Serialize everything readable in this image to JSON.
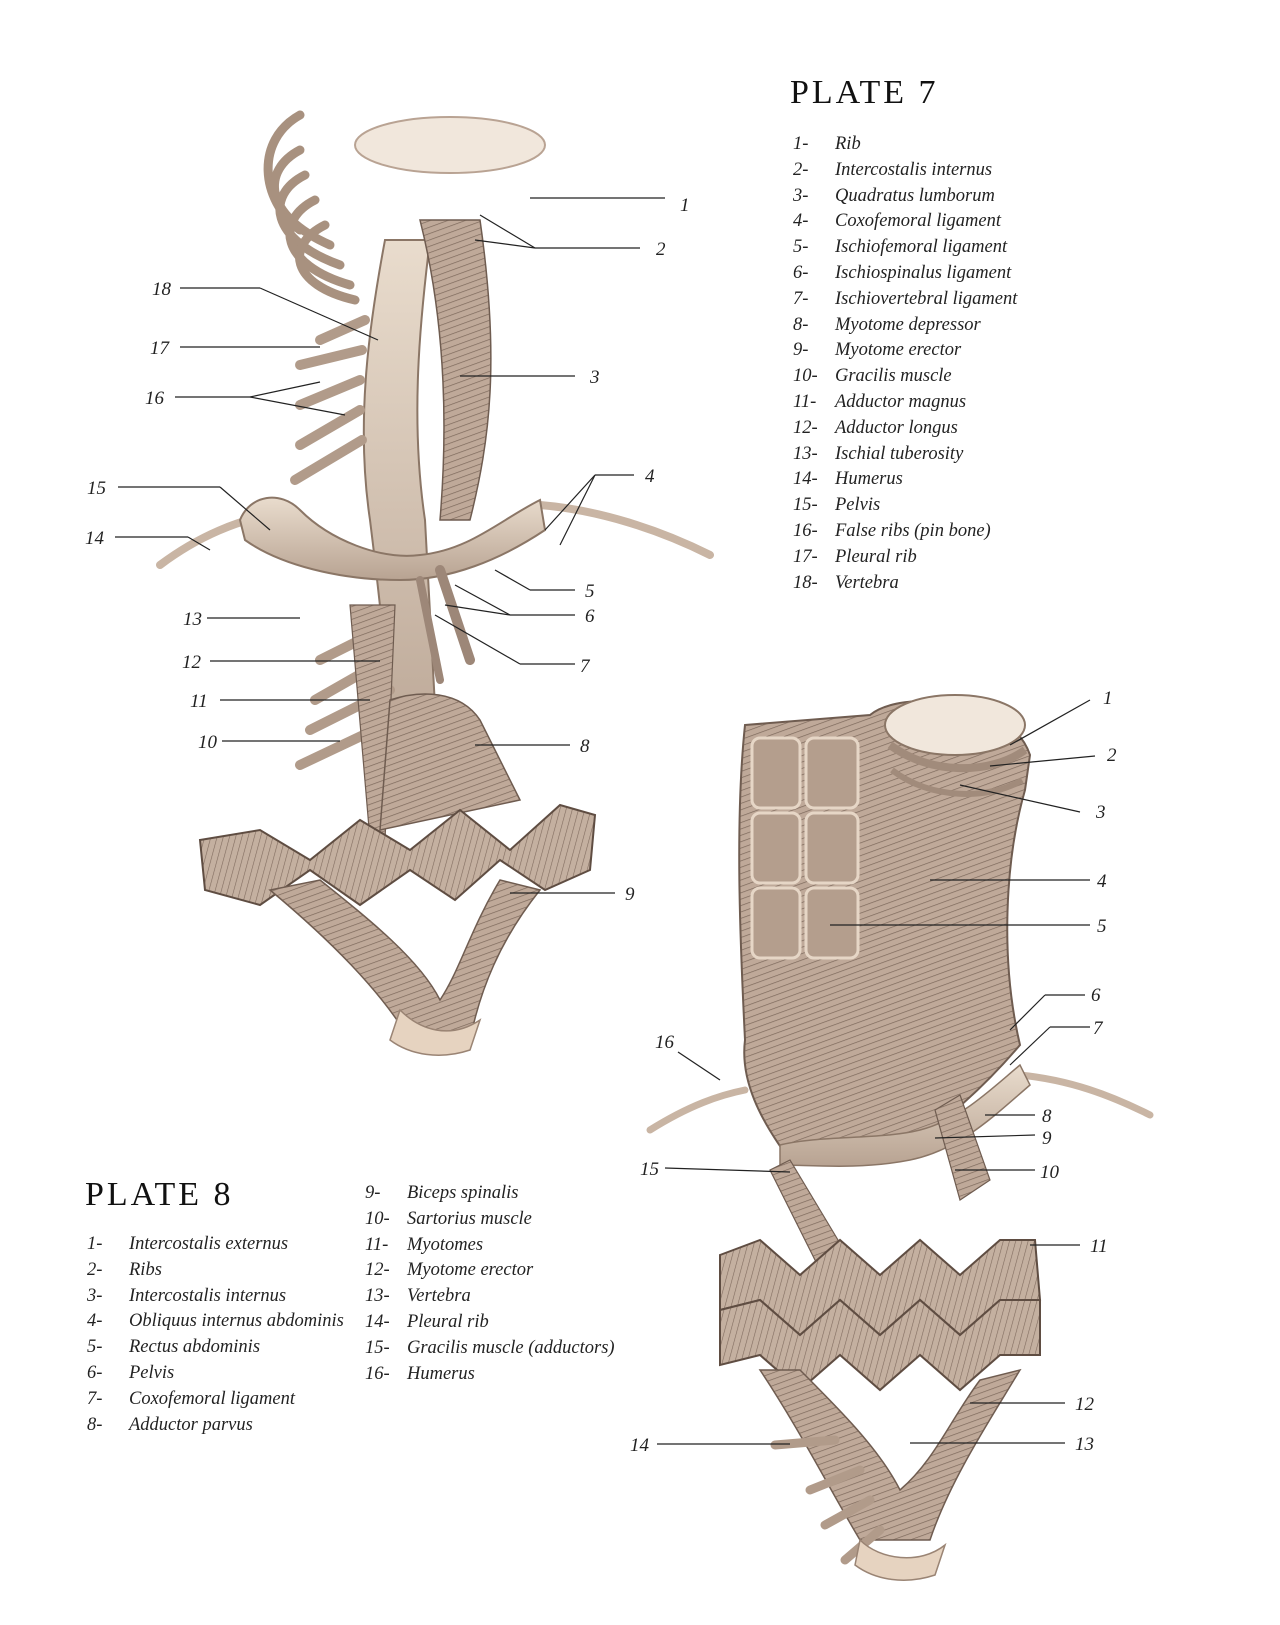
{
  "plate7": {
    "title": "PLATE 7",
    "legend": [
      {
        "num": "1-",
        "label": "Rib"
      },
      {
        "num": "2-",
        "label": "Intercostalis internus"
      },
      {
        "num": "3-",
        "label": "Quadratus lumborum"
      },
      {
        "num": "4-",
        "label": "Coxofemoral ligament"
      },
      {
        "num": "5-",
        "label": "Ischiofemoral ligament"
      },
      {
        "num": "6-",
        "label": "Ischiospinalus ligament"
      },
      {
        "num": "7-",
        "label": "Ischiovertebral ligament"
      },
      {
        "num": "8-",
        "label": "Myotome depressor"
      },
      {
        "num": "9-",
        "label": "Myotome erector"
      },
      {
        "num": "10-",
        "label": "Gracilis muscle"
      },
      {
        "num": "11-",
        "label": "Adductor magnus"
      },
      {
        "num": "12-",
        "label": "Adductor longus"
      },
      {
        "num": "13-",
        "label": "Ischial tuberosity"
      },
      {
        "num": "14-",
        "label": "Humerus"
      },
      {
        "num": "15-",
        "label": "Pelvis"
      },
      {
        "num": "16-",
        "label": "False ribs (pin bone)"
      },
      {
        "num": "17-",
        "label": "Pleural rib"
      },
      {
        "num": "18-",
        "label": "Vertebra"
      }
    ],
    "callouts": [
      "1",
      "2",
      "3",
      "4",
      "5",
      "6",
      "7",
      "8",
      "9",
      "10",
      "11",
      "12",
      "13",
      "14",
      "15",
      "16",
      "17",
      "18"
    ]
  },
  "plate8": {
    "title": "PLATE 8",
    "legend_col1": [
      {
        "num": "1-",
        "label": "Intercostalis externus"
      },
      {
        "num": "2-",
        "label": "Ribs"
      },
      {
        "num": "3-",
        "label": "Intercostalis internus"
      },
      {
        "num": "4-",
        "label": "Obliquus internus abdominis"
      },
      {
        "num": "5-",
        "label": "Rectus abdominis"
      },
      {
        "num": "6-",
        "label": "Pelvis"
      },
      {
        "num": "7-",
        "label": "Coxofemoral ligament"
      },
      {
        "num": "8-",
        "label": "Adductor parvus"
      }
    ],
    "legend_col2": [
      {
        "num": "9-",
        "label": "Biceps spinalis"
      },
      {
        "num": "10-",
        "label": "Sartorius muscle"
      },
      {
        "num": "11-",
        "label": "Myotomes"
      },
      {
        "num": "12-",
        "label": "Myotome erector"
      },
      {
        "num": "13-",
        "label": "Vertebra"
      },
      {
        "num": "14-",
        "label": "Pleural rib"
      },
      {
        "num": "15-",
        "label": "Gracilis muscle (adductors)"
      },
      {
        "num": "16-",
        "label": "Humerus"
      }
    ],
    "callouts": [
      "1",
      "2",
      "3",
      "4",
      "5",
      "6",
      "7",
      "8",
      "9",
      "10",
      "11",
      "12",
      "13",
      "14",
      "15",
      "16"
    ]
  },
  "colors": {
    "tissue": "#c9b6a6",
    "tissue_dark": "#7e6a5c",
    "tissue_light": "#e8d8c8",
    "line": "#222222"
  }
}
